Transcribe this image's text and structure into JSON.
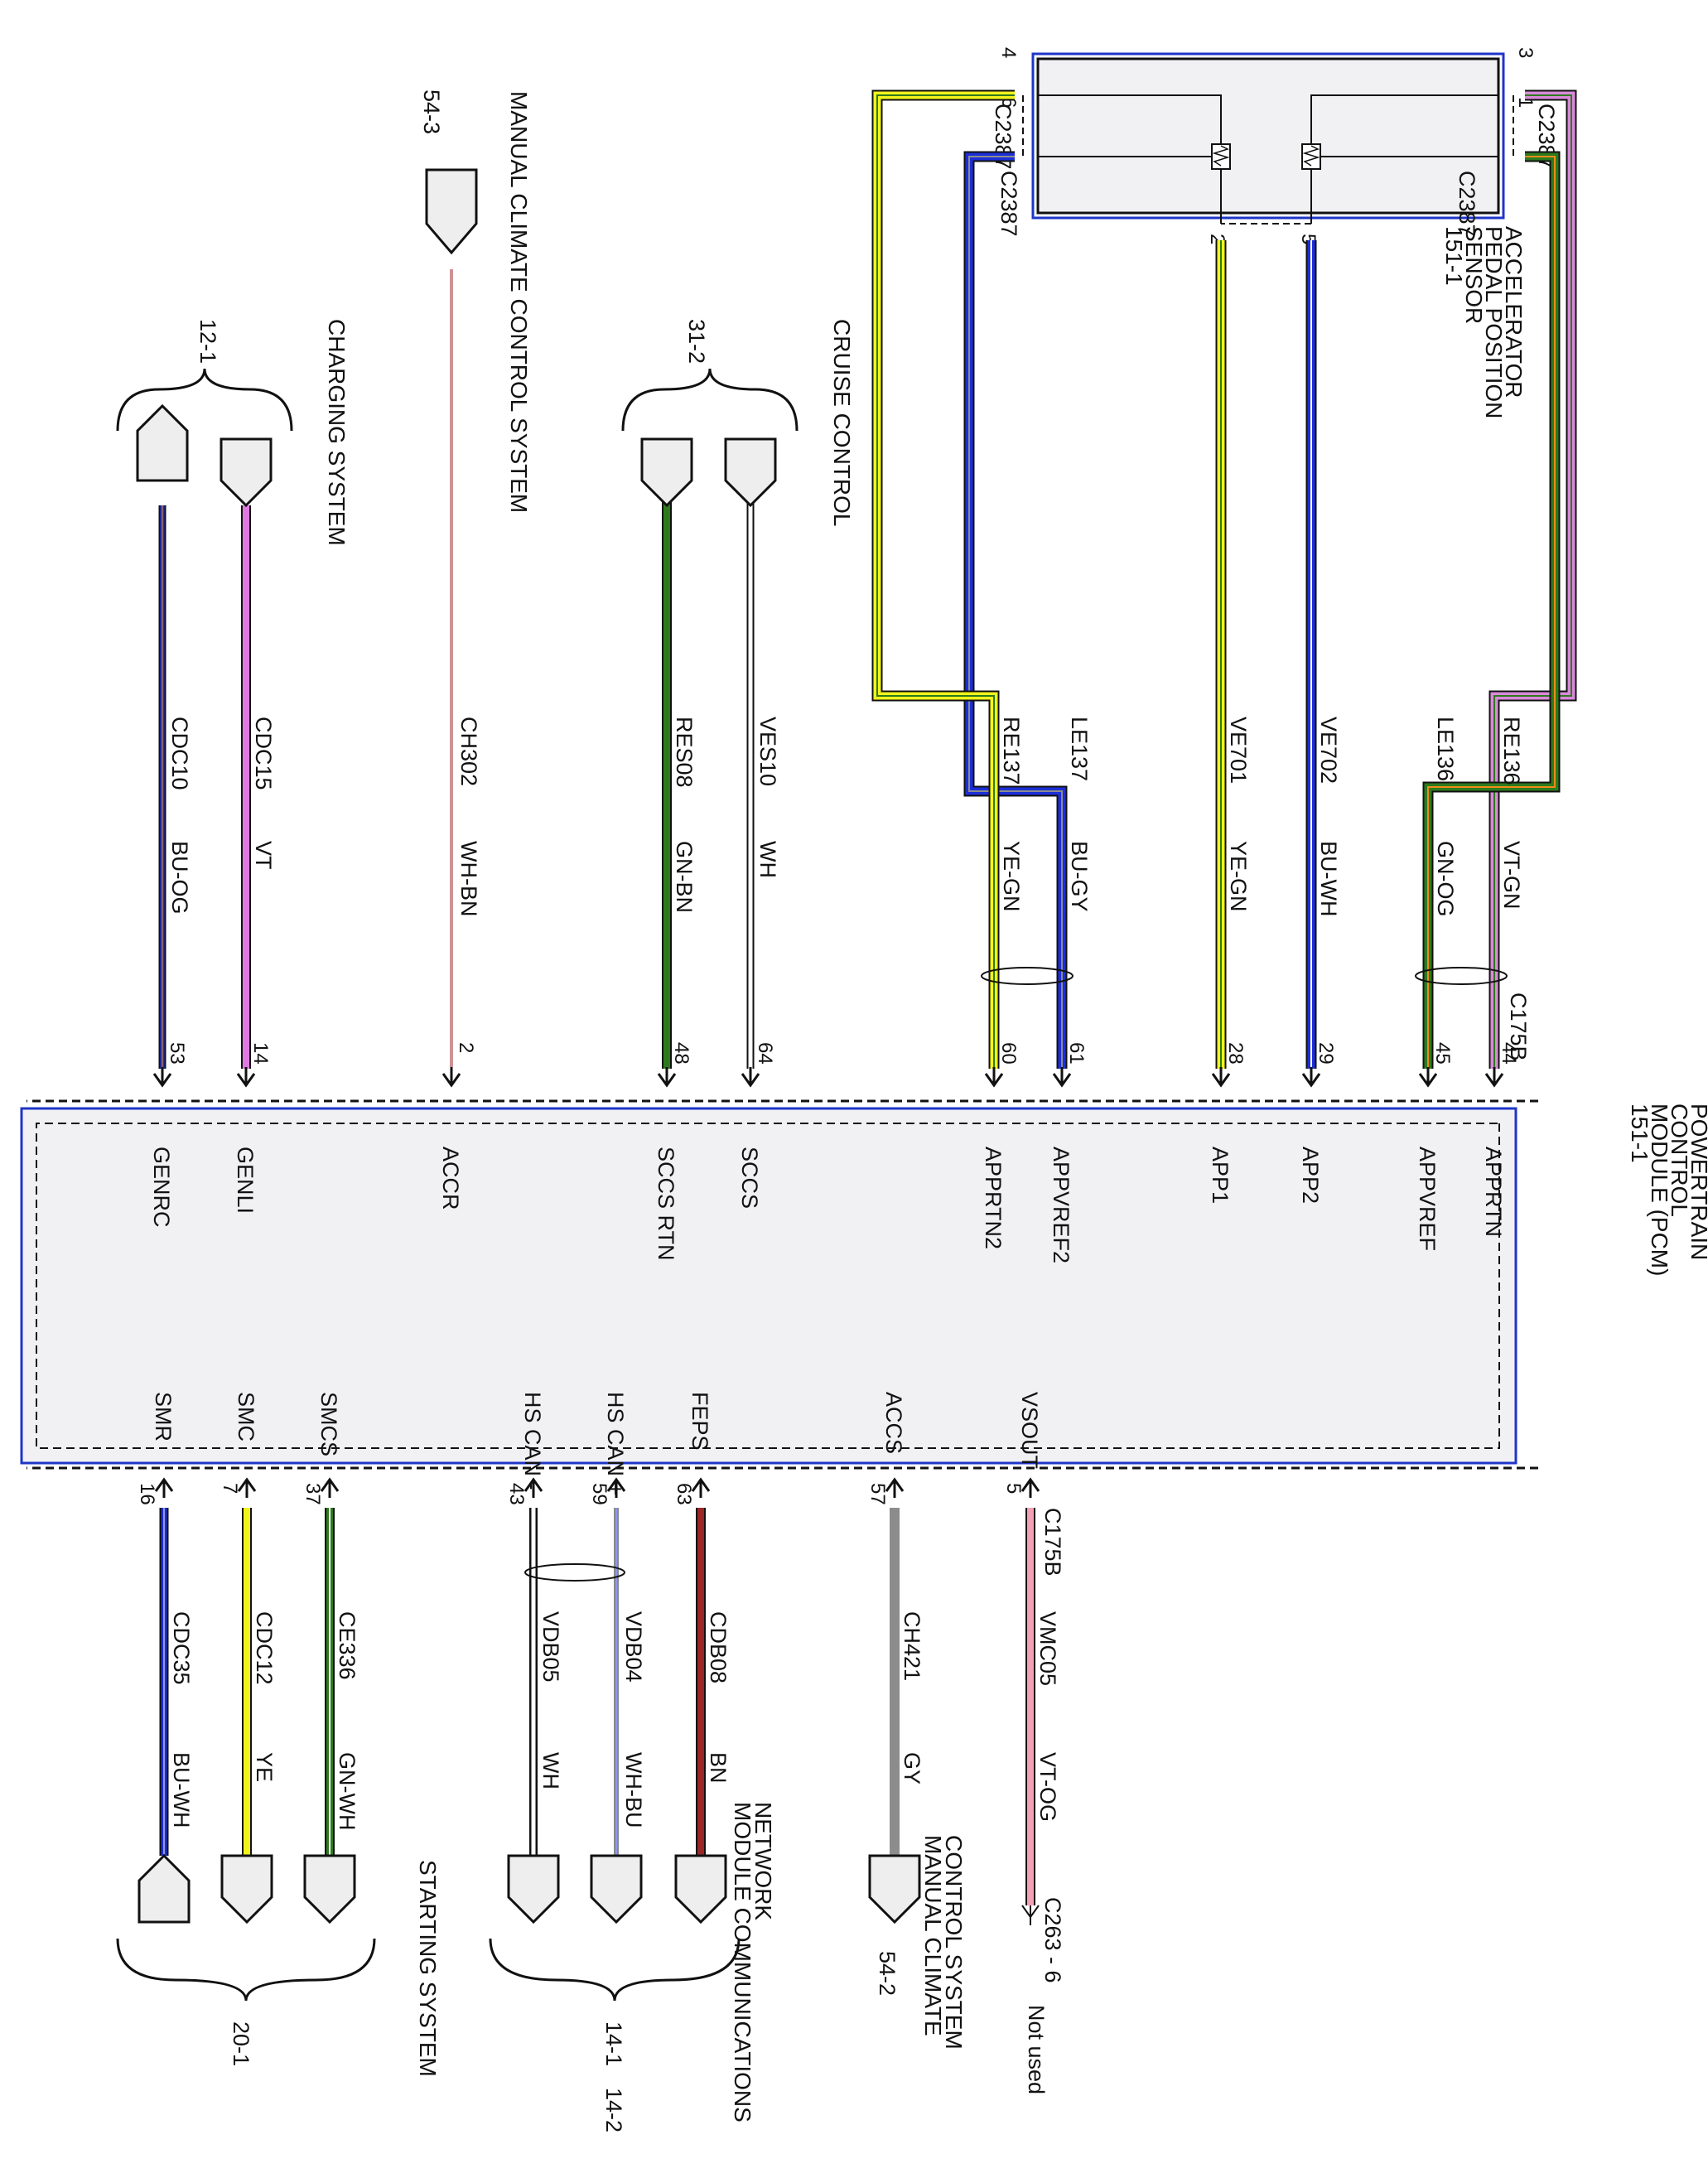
{
  "pcm_module": {
    "label_lines": [
      "POWERTRAIN",
      "CONTROL",
      "MODULE (PCM)",
      "151-1"
    ],
    "pins_top": [
      "APPRTN",
      "APPVREF",
      "APP1",
      "APP2",
      "APPVREF2",
      "APPRTN2",
      "SCCS",
      "SCCS RTN",
      "ACCR",
      "GENLI",
      "GENRC"
    ],
    "pins_bottom": [
      "VSOUT",
      "ACCS",
      "FEPS",
      "HS CAN +",
      "HS CAN -",
      "SMCS",
      "SMC",
      "SMR"
    ]
  },
  "app_sensor": {
    "label_lines": [
      "ACCELERATOR",
      "PEDAL POSITION",
      "SENSOR",
      "151-1"
    ],
    "connector": "C2387",
    "pins": [
      "4",
      "6",
      "5",
      "2",
      "3",
      "1"
    ]
  },
  "upper_wires": [
    {
      "circuit": "RE136",
      "color": "VT-GN",
      "pin": "44",
      "connector": "C175B"
    },
    {
      "circuit": "LE136",
      "color": "GN-OG",
      "pin": "45"
    },
    {
      "circuit": "VE701",
      "color": "YE-GN",
      "pin": "28"
    },
    {
      "circuit": "VE702",
      "color": "BU-WH",
      "pin": "29"
    },
    {
      "circuit": "LE137",
      "color": "BU-GY",
      "pin": "61"
    },
    {
      "circuit": "RE137",
      "color": "YE-GN",
      "pin": "60"
    },
    {
      "circuit": "VES10",
      "color": "WH",
      "pin": "64"
    },
    {
      "circuit": "RES08",
      "color": "GN-BN",
      "pin": "48"
    },
    {
      "circuit": "CH302",
      "color": "WH-BN",
      "pin": "2"
    },
    {
      "circuit": "CDC15",
      "color": "VT",
      "pin": "14"
    },
    {
      "circuit": "CDC10",
      "color": "BU-OG",
      "pin": "53"
    }
  ],
  "lower_wires": [
    {
      "circuit": "VMC05",
      "color": "VT-OG",
      "pin": "5",
      "connector": "C175B"
    },
    {
      "circuit": "CH421",
      "color": "GY",
      "pin": "57"
    },
    {
      "circuit": "CDB08",
      "color": "BN",
      "pin": "63"
    },
    {
      "circuit": "VDB04",
      "color": "WH-BU",
      "pin": "59"
    },
    {
      "circuit": "VDB05",
      "color": "WH",
      "pin": "43"
    },
    {
      "circuit": "CE336",
      "color": "GN-WH",
      "pin": "37"
    },
    {
      "circuit": "CDC12",
      "color": "YE",
      "pin": "7"
    },
    {
      "circuit": "CDC35",
      "color": "BU-WH",
      "pin": "16"
    }
  ],
  "systems": {
    "manual_climate_top": {
      "lines": [
        "MANUAL CLIMATE CONTROL SYSTEM"
      ],
      "ref": "54-3"
    },
    "cruise_control": {
      "lines": [
        "CRUISE CONTROL"
      ],
      "ref": "31-2"
    },
    "charging_system": {
      "lines": [
        "CHARGING SYSTEM"
      ],
      "ref": "12-1"
    },
    "manual_climate_bottom": {
      "lines": [
        "MANUAL CLIMATE",
        "CONTROL SYSTEM"
      ],
      "ref": "54-2"
    },
    "module_comm": {
      "lines": [
        "MODULE COMMUNICATIONS",
        "NETWORK"
      ],
      "ref1": "14-1",
      "ref2": "14-2"
    },
    "starting_system": {
      "lines": [
        "STARTING SYSTEM"
      ],
      "ref": "20-1"
    }
  },
  "not_used": {
    "connector": "C263 - 6",
    "label": "Not used"
  },
  "wire_colors": {
    "VT": "#e07ae0",
    "GN": "#2d7a1e",
    "YE": "#f3f31b",
    "BU": "#1c2fd6",
    "WH": "#ffffff",
    "BN": "#9b2727",
    "GY": "#8c8c8c",
    "OG": "#f08c1a",
    "PK": "#f3a0b4",
    "BK": "#000000",
    "module_border": "#1f35c8",
    "module_fill": "#f1f1f4"
  }
}
